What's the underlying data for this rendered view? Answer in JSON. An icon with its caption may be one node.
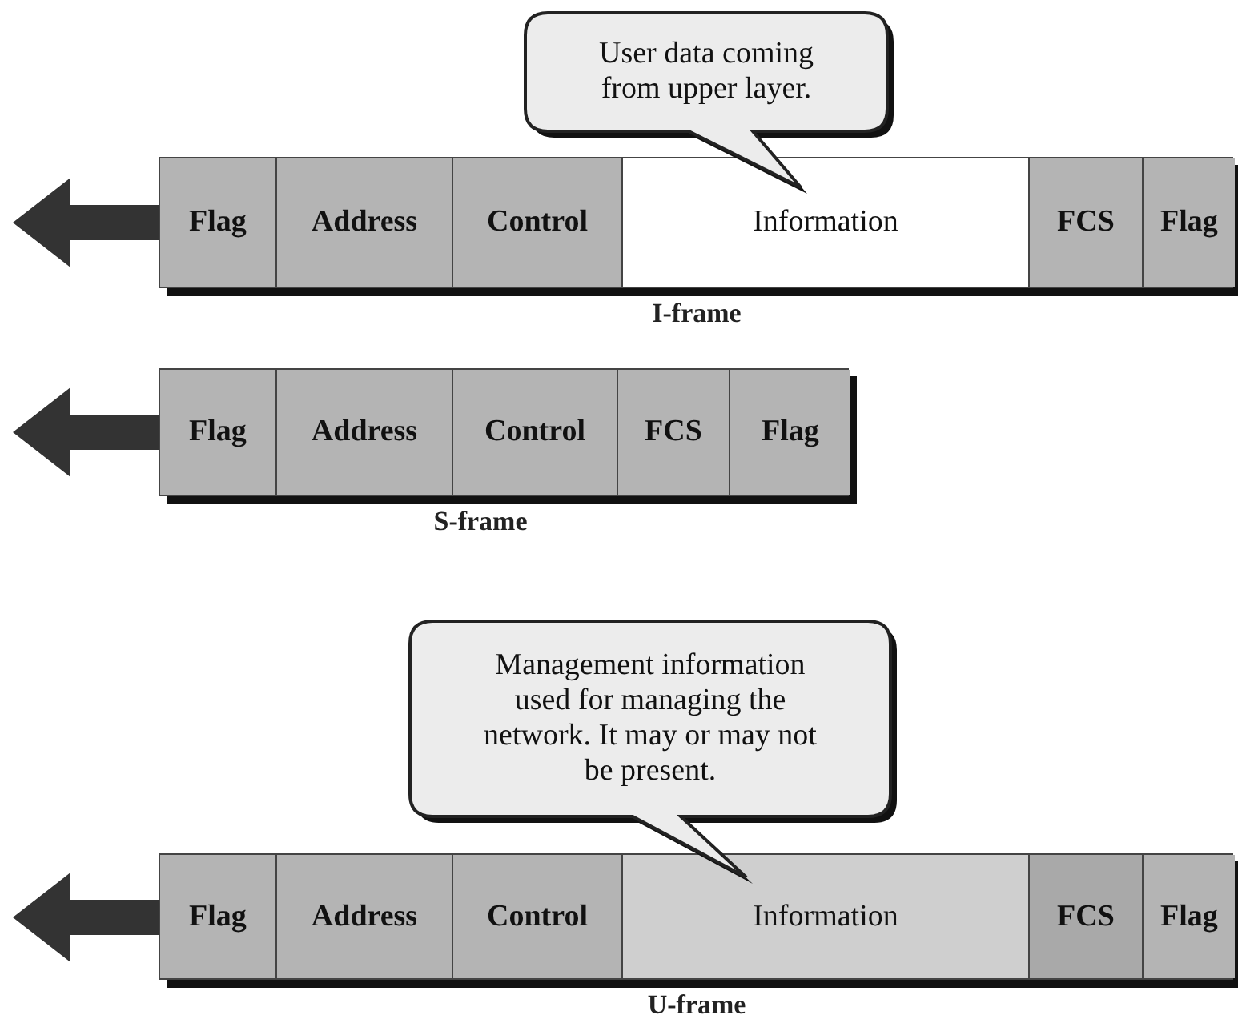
{
  "diagram": {
    "nodes": [
      {
        "text": [
          "User data coming from upper layer."
        ]
      },
      {
        "text": [],
        "shape": "bar",
        "beside": [
          "I-frame"
        ]
      },
      {
        "text": [
          "Flag"
        ],
        "in": 1
      },
      {
        "text": [
          "Address"
        ],
        "in": 1
      },
      {
        "text": [
          "Control"
        ],
        "in": 1
      },
      {
        "text": [
          "Information"
        ],
        "in": 1
      },
      {
        "text": [
          "FCS"
        ],
        "in": 1
      },
      {
        "text": [
          "Flag"
        ],
        "in": 1
      },
      {
        "text": [],
        "shape": "bar",
        "beside": [
          "S-frame"
        ]
      },
      {
        "text": [
          "Flag"
        ],
        "in": 8
      },
      {
        "text": [
          "Address"
        ],
        "in": 8
      },
      {
        "text": [
          "Control"
        ],
        "in": 8
      },
      {
        "text": [
          "FCS"
        ],
        "in": 8
      },
      {
        "text": [
          "Flag"
        ],
        "in": 8
      },
      {
        "text": [
          "Management information used for managing the network. It may or may not be present."
        ]
      },
      {
        "text": [],
        "shape": "bar",
        "beside": [
          "U-frame"
        ]
      },
      {
        "text": [
          "Flag"
        ],
        "in": 15
      },
      {
        "text": [
          "Address"
        ],
        "in": 15
      },
      {
        "text": [
          "Control"
        ],
        "in": 15
      },
      {
        "text": [
          "Information"
        ],
        "in": 15
      },
      {
        "text": [
          "FCS"
        ],
        "in": 15
      },
      {
        "text": [
          "Flag"
        ],
        "in": 15
      }
    ]
  }
}
